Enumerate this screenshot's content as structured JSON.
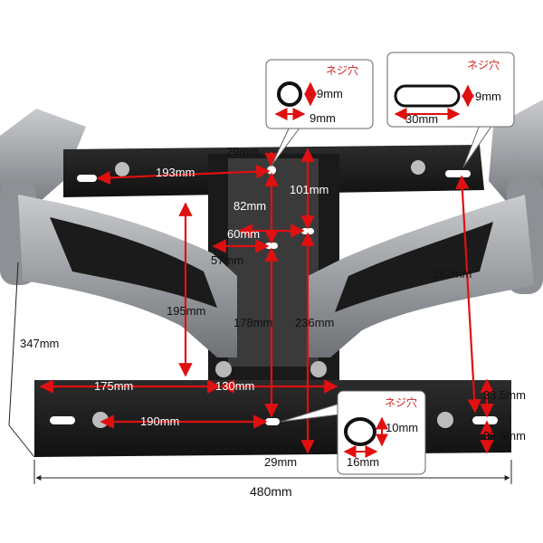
{
  "hole_label": "ネジ穴",
  "callouts": {
    "round_top": {
      "hole_label": "ネジ穴",
      "height": "9mm",
      "width": "9mm"
    },
    "slot_top": {
      "hole_label": "ネジ穴",
      "height": "9mm",
      "width": "30mm"
    },
    "ring_bottom": {
      "hole_label": "ネジ穴",
      "height": "10mm",
      "width": "16mm"
    }
  },
  "dimensions": {
    "d193": "193mm",
    "d29_top": "29mm",
    "d82": "82mm",
    "d101": "101mm",
    "d60": "60mm",
    "d57": "57mm",
    "d262": "262mm",
    "d195": "195mm",
    "d178": "178mm",
    "d236": "236mm",
    "d347": "347mm",
    "d175": "175mm",
    "d130": "130mm",
    "d190": "190mm",
    "d29_bottom": "29mm",
    "d33_5_top": "33.5mm",
    "d33_5_bottom": "33.5mm",
    "d480": "480mm"
  },
  "colors": {
    "dimension_line": "#e01010",
    "hole_label": "#d0201a",
    "metal_black": "#1c1c1c",
    "arm_silver": "#a9acb0"
  }
}
